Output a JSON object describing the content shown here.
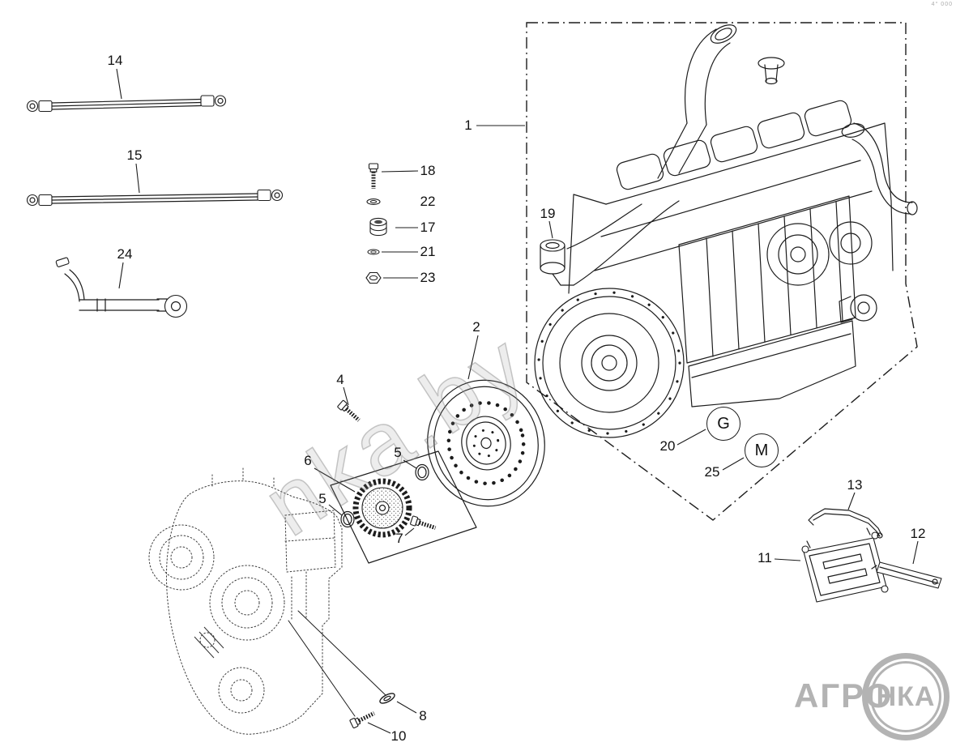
{
  "callouts": {
    "c1": "1",
    "c2": "2",
    "c4": "4",
    "c5a": "5",
    "c5b": "5",
    "c6": "6",
    "c7": "7",
    "c8": "8",
    "c10": "10",
    "c11": "11",
    "c12": "12",
    "c13": "13",
    "c14": "14",
    "c15": "15",
    "c17": "17",
    "c18": "18",
    "c19": "19",
    "c20": "20",
    "c21": "21",
    "c22": "22",
    "c23": "23",
    "c24": "24",
    "c25": "25"
  },
  "badges": {
    "generator": "G",
    "motor": "M"
  },
  "watermark": {
    "diagonal_text": "nka.by",
    "corner_mark": "4° 000"
  },
  "logo": {
    "word": "АГРО",
    "circle_word": "НКА"
  },
  "colors": {
    "line": "#1c1c1c",
    "logo_gray": "#b3b3b3"
  }
}
